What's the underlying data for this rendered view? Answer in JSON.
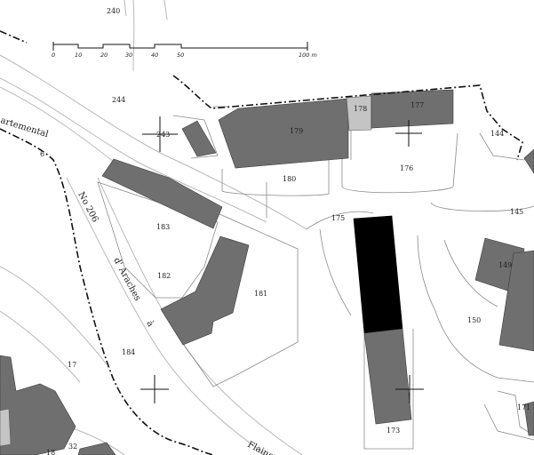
{
  "scale_bar": {
    "ticks": [
      "0",
      "10",
      "20",
      "30",
      "40",
      "50"
    ],
    "end_label": "100 m"
  },
  "parcels": [
    {
      "id": "p240",
      "label": "240"
    },
    {
      "id": "p244",
      "label": "244"
    },
    {
      "id": "p243",
      "label": "243"
    },
    {
      "id": "p179",
      "label": "179"
    },
    {
      "id": "p178",
      "label": "178"
    },
    {
      "id": "p177",
      "label": "177"
    },
    {
      "id": "p144",
      "label": "144"
    },
    {
      "id": "p176",
      "label": "176"
    },
    {
      "id": "p180",
      "label": "180"
    },
    {
      "id": "p175",
      "label": "175"
    },
    {
      "id": "p145",
      "label": "145"
    },
    {
      "id": "p183",
      "label": "183"
    },
    {
      "id": "p182",
      "label": "182"
    },
    {
      "id": "p181",
      "label": "181"
    },
    {
      "id": "p149",
      "label": "149"
    },
    {
      "id": "p150",
      "label": "150"
    },
    {
      "id": "p184",
      "label": "184"
    },
    {
      "id": "p17",
      "label": "17"
    },
    {
      "id": "p173",
      "label": "173"
    },
    {
      "id": "p171",
      "label": "171"
    },
    {
      "id": "p32",
      "label": "32"
    },
    {
      "id": "p18",
      "label": "18"
    },
    {
      "id": "p6",
      "label": "6"
    }
  ],
  "streets": {
    "departemental": "artemental",
    "no206": "No 206",
    "arches": "d' Araches",
    "a": "à",
    "flaine": "Flaine"
  }
}
